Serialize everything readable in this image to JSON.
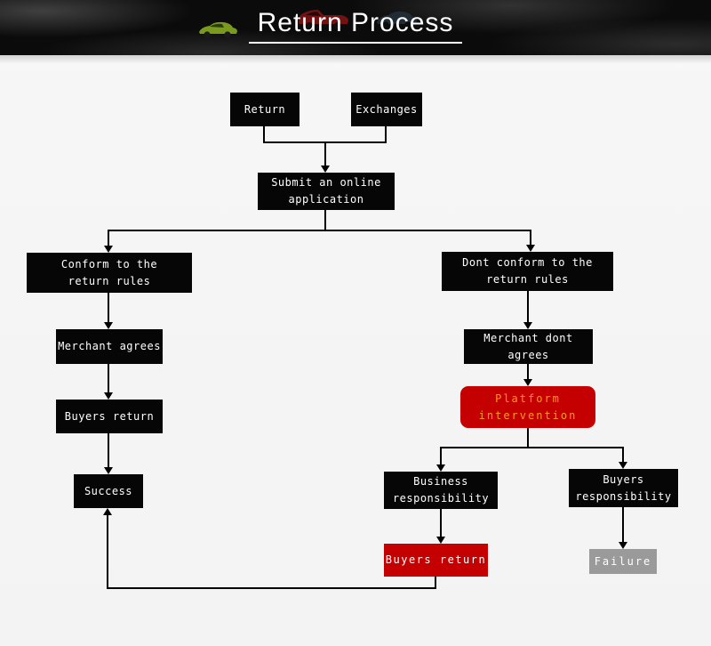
{
  "header": {
    "title": "Return Process",
    "icons": [
      "green-car-icon",
      "red-truck-icon",
      "dark-car-icon"
    ]
  },
  "flow": {
    "nodes": {
      "return_box": "Return",
      "exchanges": "Exchanges",
      "submit": "Submit an online\napplication",
      "conform": "Conform to the\nreturn rules",
      "merchant_agrees": "Merchant agrees",
      "buyers_return": "Buyers return",
      "success": "Success",
      "dont_conform": "Dont conform to the\nreturn rules",
      "merchant_dont_agree": "Merchant dont agrees",
      "platform_intervention": "Platform\nintervention",
      "business_responsibility": "Business\nresponsibility",
      "buyers_responsibility": "Buyers\nresponsibility",
      "buyers_return_red": "Buyers return",
      "failure": "Failure"
    },
    "colors": {
      "node_bg": "#060606",
      "node_text": "#ffffff",
      "accent_red": "#c40000",
      "platform_text": "#ff9a1f",
      "failure_bg": "#9a9a9a",
      "connector": "#000000",
      "header_bg": "#0b0b0b"
    }
  }
}
